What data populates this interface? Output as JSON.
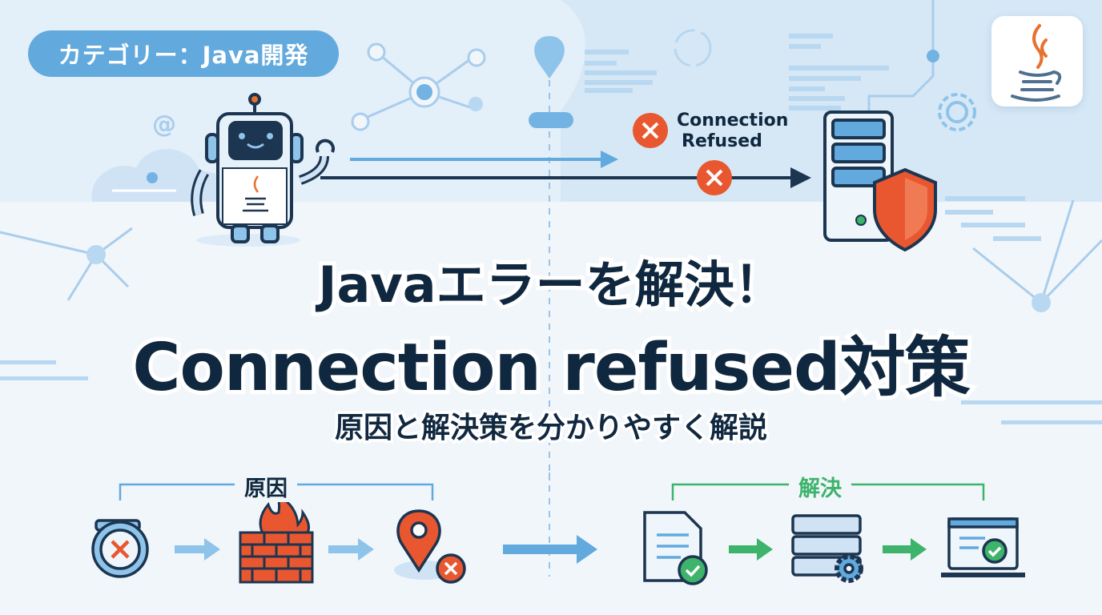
{
  "category_badge": "カテゴリー：Java開発",
  "diagram": {
    "error_label_line1": "Connection",
    "error_label_line2": "Refused"
  },
  "title": {
    "line1": "Javaエラーを解決！",
    "line2": "Connection refused対策",
    "subtitle": "原因と解決策を分かりやすく解説"
  },
  "flow": {
    "cause_label": "原因",
    "solution_label": "解決"
  },
  "colors": {
    "accent": "#62a9dd",
    "text": "#10283f",
    "error": "#e8572f",
    "success": "#3db36b"
  }
}
